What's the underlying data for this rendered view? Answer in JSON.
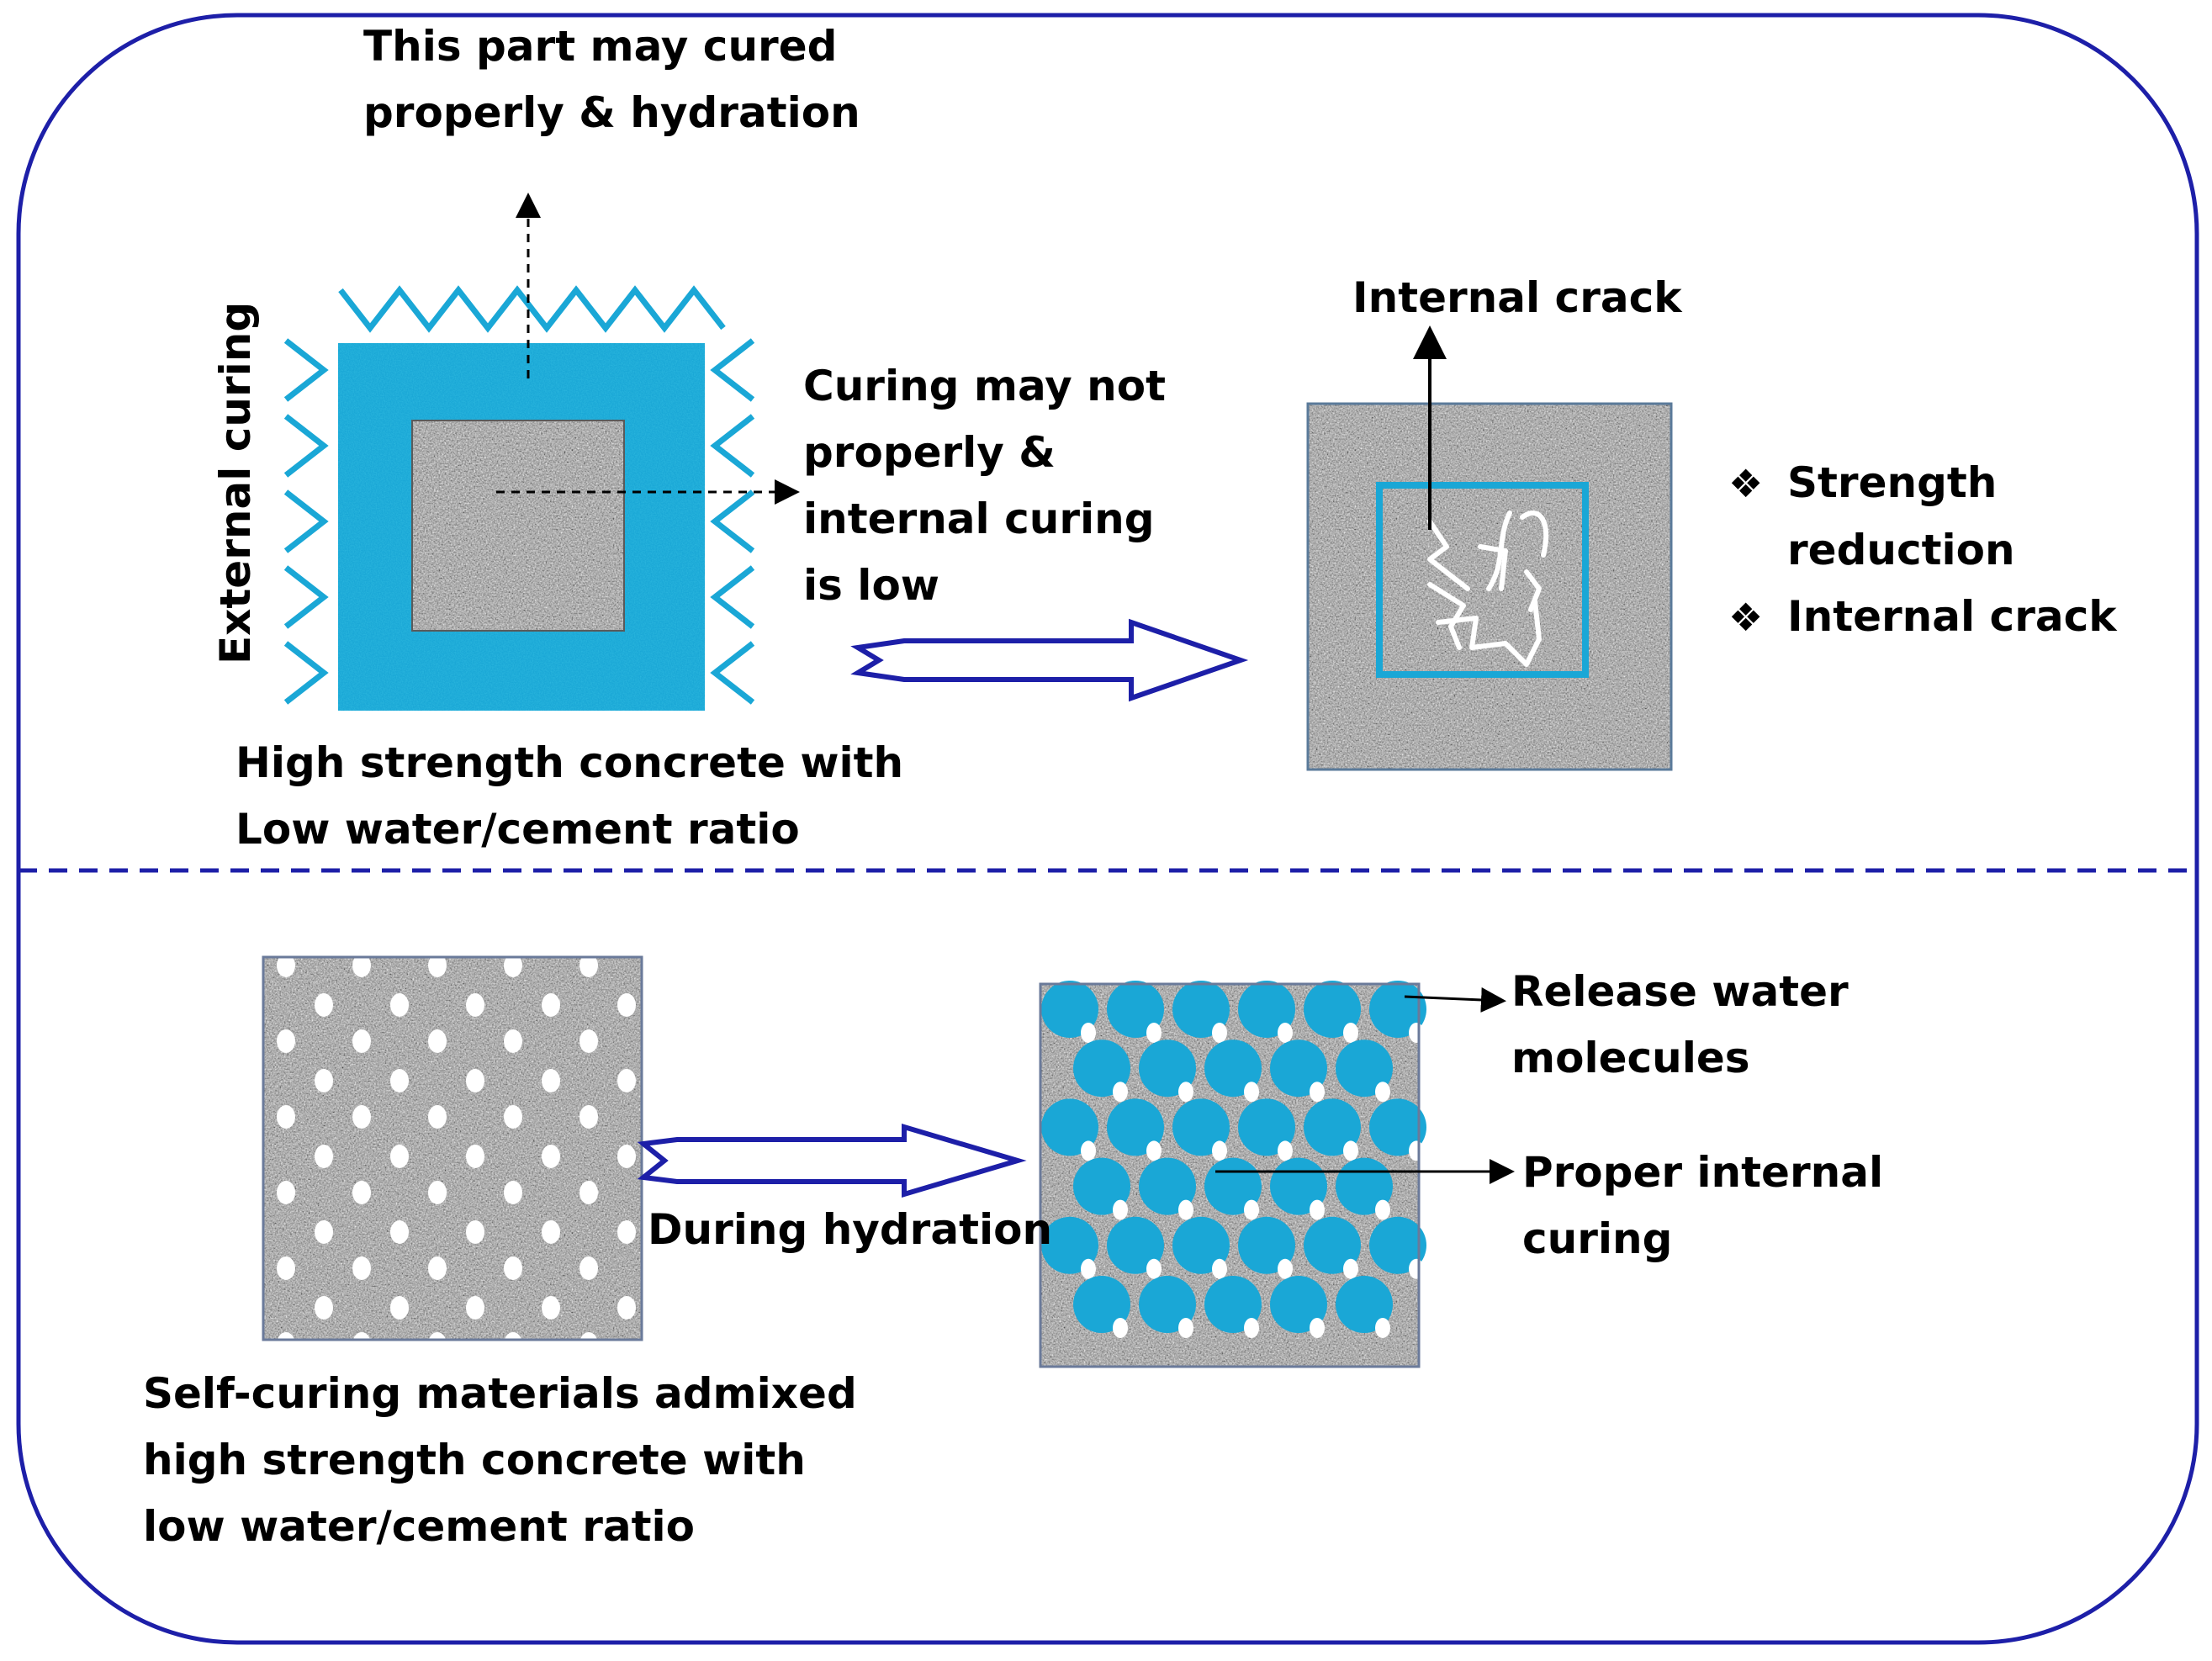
{
  "colors": {
    "frame": "#1d1fa8",
    "cyan": "#1aa7d6",
    "concrete_base": "#9a9a9a",
    "arrow": "#1d1fa8",
    "pore": "#ffffff"
  },
  "top": {
    "cured_part_label": [
      "This part may cured",
      "properly & hydration"
    ],
    "external_curing_label": "External curing",
    "curing_not_proper_label": [
      "Curing may not",
      "properly &",
      "internal curing",
      "is low"
    ],
    "specimen_caption": [
      "High strength concrete with",
      "Low water/cement ratio"
    ],
    "internal_crack_label": "Internal crack",
    "effects": {
      "bullet_icon": "four-diamond-bullet-icon",
      "items": [
        [
          "Strength",
          "reduction"
        ],
        [
          "Internal crack"
        ]
      ]
    }
  },
  "bottom": {
    "caption": [
      "Self-curing materials admixed",
      "high strength concrete with",
      "low water/cement ratio"
    ],
    "during_hydration_label": "During hydration",
    "release_water_label": [
      "Release water",
      "molecules"
    ],
    "proper_curing_label": [
      "Proper internal",
      "curing"
    ]
  }
}
